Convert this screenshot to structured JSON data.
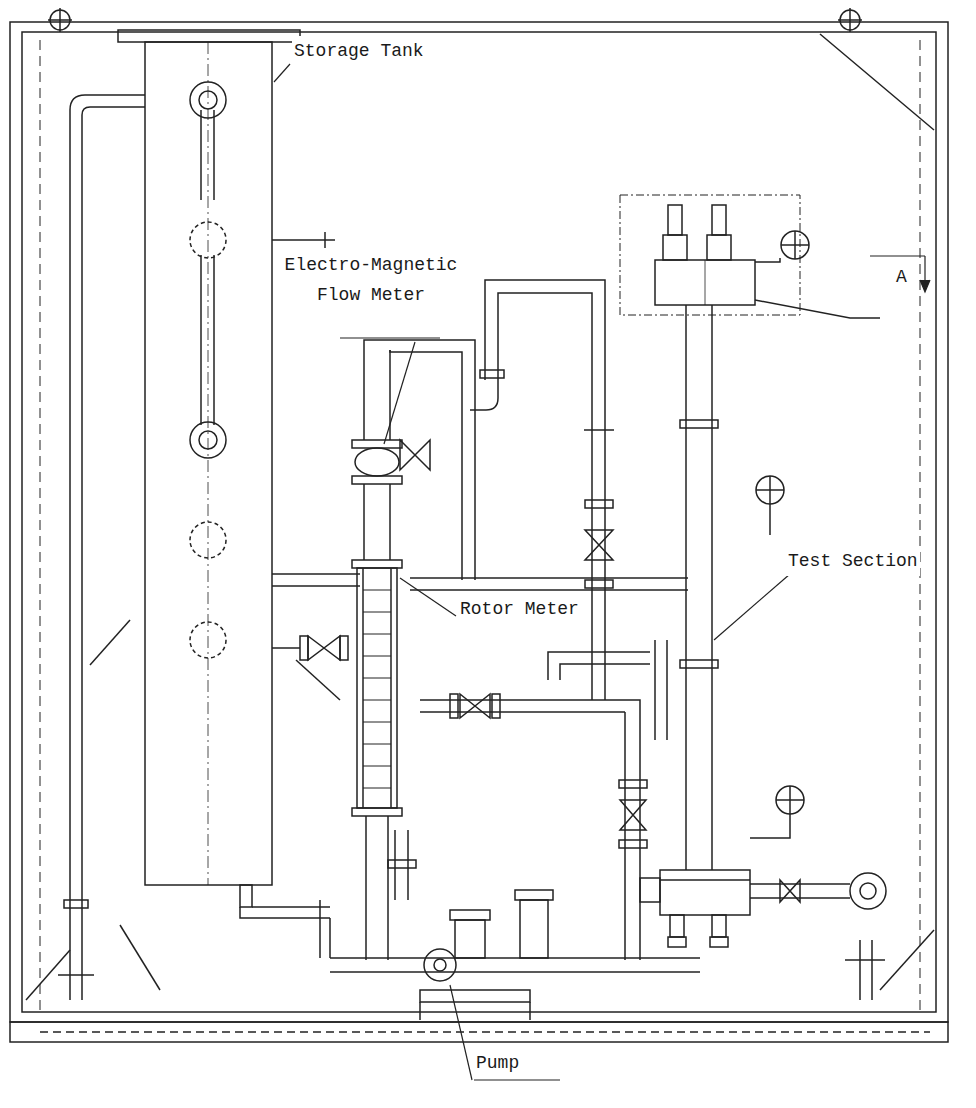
{
  "diagram": {
    "labels": [
      "Storage Tank",
      "Electro-Magnetic Flow Meter",
      "Rotor Meter",
      "Test Section",
      "Pump",
      "A"
    ]
  }
}
